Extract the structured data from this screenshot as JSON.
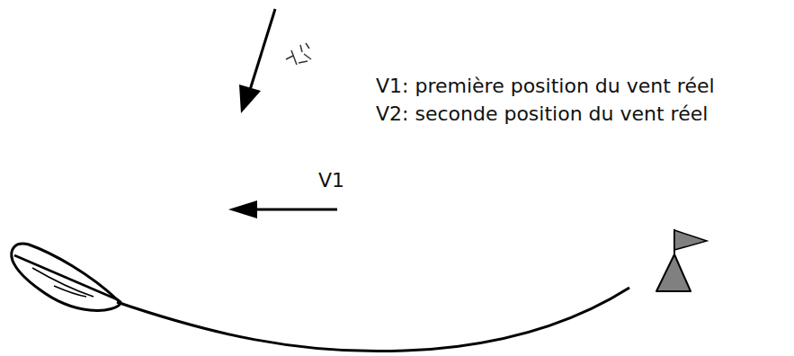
{
  "diagram": {
    "labels": [
      "V1: première position du vent réel",
      "V2: seconde position du vent réel",
      "V1"
    ]
  }
}
